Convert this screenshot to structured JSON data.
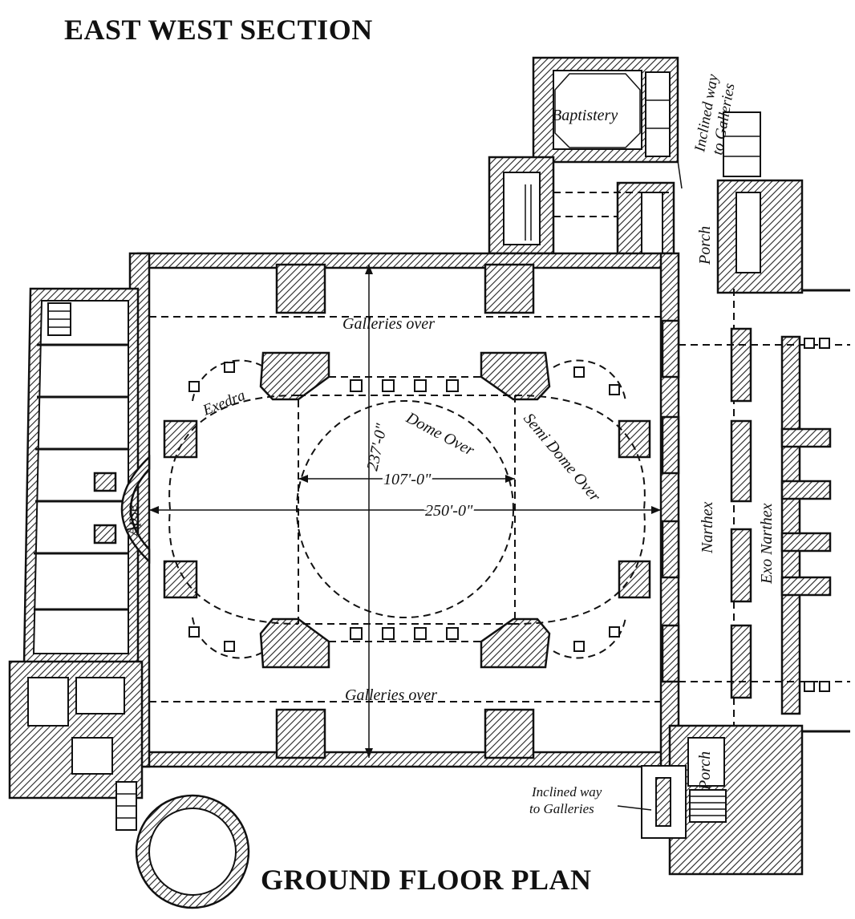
{
  "titles": {
    "top": "EAST WEST SECTION",
    "bottom": "GROUND FLOOR PLAN"
  },
  "labels": {
    "baptistery": "Baptistery",
    "inclined_top_1": "Inclined way",
    "inclined_top_2": "to Galleries",
    "porch_top": "Porch",
    "galleries_north": "Galleries over",
    "galleries_south": "Galleries over",
    "exedra": "Exedra",
    "dome_over": "Dome Over",
    "semi_dome_over": "Semi Dome Over",
    "apse": "Apse",
    "narthex": "Narthex",
    "exo_narthex": "Exo Narthex",
    "porch_bottom": "Porch",
    "inclined_bottom_1": "Inclined way",
    "inclined_bottom_2": "to Galleries"
  },
  "dimensions": {
    "height": "237'-0\"",
    "dome_span": "107'-0\"",
    "total_length": "250'-0\""
  }
}
